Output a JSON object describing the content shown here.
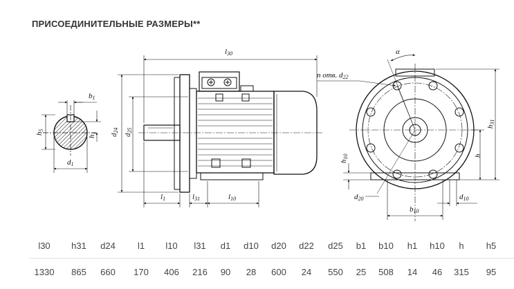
{
  "title": "ПРИСОЕДИНИТЕЛЬНЫЕ РАЗМЕРЫ**",
  "labels": {
    "l30": {
      "base": "l",
      "sub": "30"
    },
    "b1": {
      "base": "b",
      "sub": "1"
    },
    "h5": {
      "base": "h",
      "sub": "5"
    },
    "h1": {
      "base": "h",
      "sub": "1"
    },
    "d1": {
      "base": "d",
      "sub": "1"
    },
    "d24": {
      "base": "d",
      "sub": "24"
    },
    "d25": {
      "base": "d",
      "sub": "25"
    },
    "l1": {
      "base": "l",
      "sub": "1"
    },
    "l31": {
      "base": "l",
      "sub": "31"
    },
    "l10": {
      "base": "l",
      "sub": "10"
    },
    "alpha": "α",
    "holes": {
      "base": "n отв. d",
      "sub": "22"
    },
    "h31": {
      "base": "h",
      "sub": "31"
    },
    "h10": {
      "base": "h",
      "sub": "10"
    },
    "h": "h",
    "d20": {
      "base": "d",
      "sub": "20"
    },
    "b10": {
      "base": "b",
      "sub": "10"
    },
    "d10": {
      "base": "d",
      "sub": "10"
    }
  },
  "table": {
    "headers": [
      "l30",
      "h31",
      "d24",
      "l1",
      "l10",
      "l31",
      "d1",
      "d10",
      "d20",
      "d22",
      "d25",
      "b1",
      "b10",
      "h1",
      "h10",
      "h",
      "h5"
    ],
    "values": [
      "1330",
      "865",
      "660",
      "170",
      "406",
      "216",
      "90",
      "28",
      "600",
      "24",
      "550",
      "25",
      "508",
      "14",
      "46",
      "315",
      "95"
    ]
  }
}
